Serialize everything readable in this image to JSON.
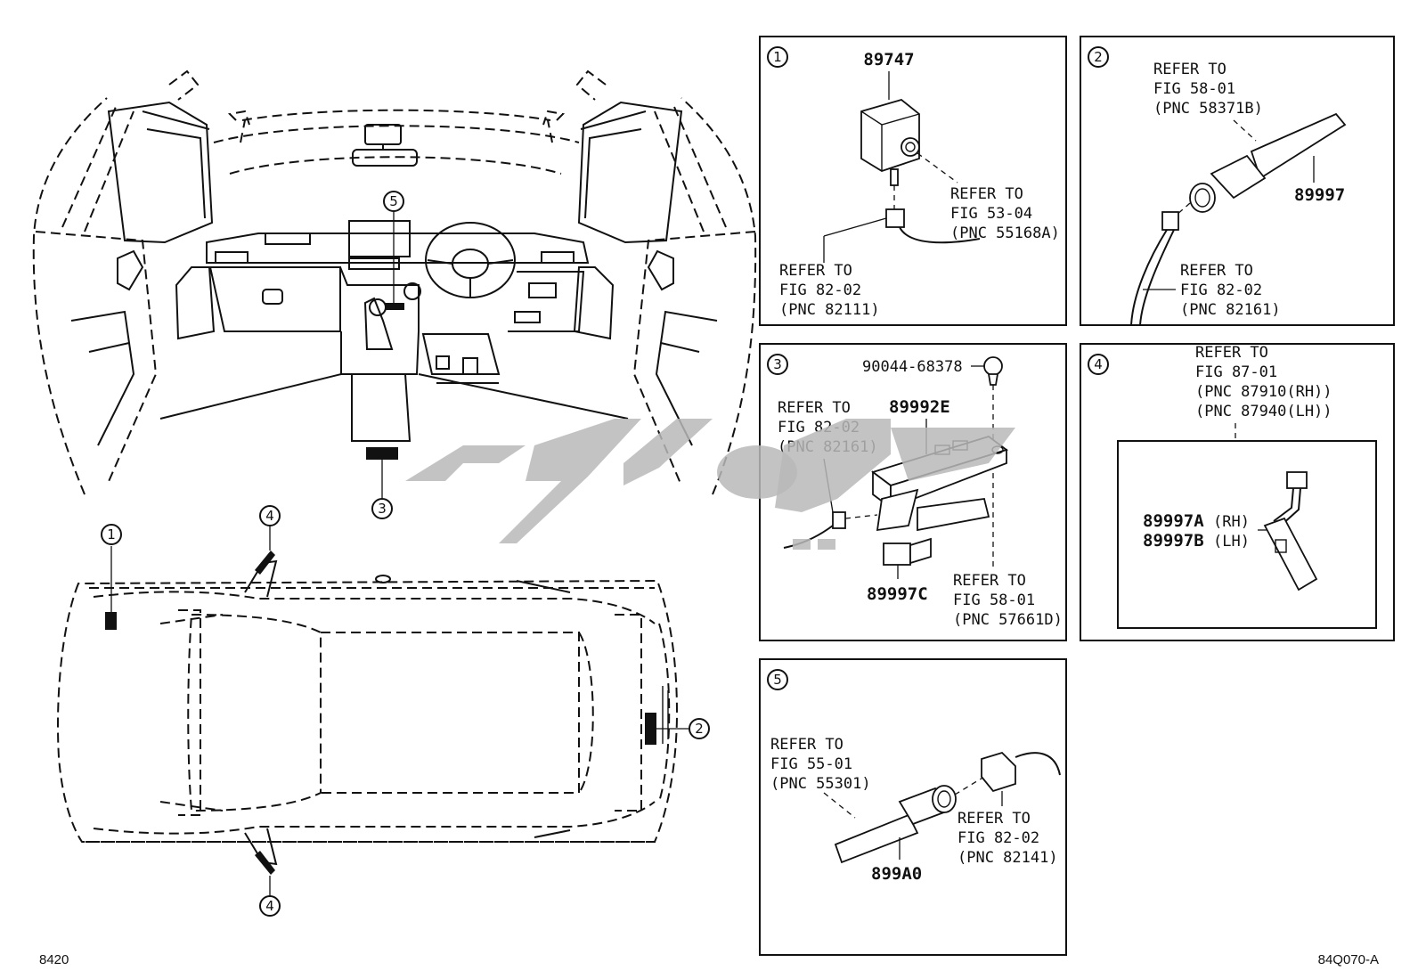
{
  "figure_id": "8420",
  "illustration_code": "84Q070-A",
  "callouts": [
    "1",
    "2",
    "3",
    "4",
    "5"
  ],
  "panel1": {
    "number": "1",
    "part": "89747",
    "ref_a": [
      "REFER TO",
      "FIG 53-04",
      "(PNC 55168A)"
    ],
    "ref_b": [
      "REFER TO",
      "FIG 82-02",
      "(PNC 82111)"
    ]
  },
  "panel2": {
    "number": "2",
    "part": "89997",
    "ref_a": [
      "REFER TO",
      "FIG 58-01",
      "(PNC 58371B)"
    ],
    "ref_b": [
      "REFER TO",
      "FIG 82-02",
      "(PNC 82161)"
    ]
  },
  "panel3": {
    "number": "3",
    "bolt": "90044-68378",
    "part_e": "89992E",
    "part_c": "89997C",
    "ref_a": [
      "REFER TO",
      "FIG 82-02",
      "(PNC 82161)"
    ],
    "ref_b": [
      "REFER TO",
      "FIG 58-01",
      "(PNC 57661D)"
    ]
  },
  "panel4": {
    "number": "4",
    "ref": [
      "REFER TO",
      "FIG 87-01",
      "(PNC 87910(RH))",
      "(PNC 87940(LH))"
    ],
    "part_a": "89997A",
    "part_a_side": "(RH)",
    "part_b": "89997B",
    "part_b_side": "(LH)"
  },
  "panel5": {
    "number": "5",
    "part": "899A0",
    "ref_a": [
      "REFER TO",
      "FIG 55-01",
      "(PNC 55301)"
    ],
    "ref_b": [
      "REFER TO",
      "FIG 82-02",
      "(PNC 82141)"
    ]
  }
}
